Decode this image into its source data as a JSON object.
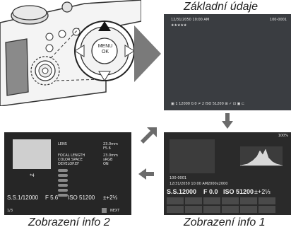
{
  "captions": {
    "basic": "Základní údaje",
    "info1": "Zobrazení info 1",
    "info2": "Zobrazení info 2"
  },
  "camera": {
    "menu_label_1": "MENU",
    "menu_label_2": "OK"
  },
  "basic_screen": {
    "datetime": "12/31/2050 10:00 AM",
    "file_no": "100-0001",
    "stars": "★★★★★",
    "bottom_bar": "▣ 1  12000  0.0  ≠ 2  ISO 51200  ⊞ ✓  ⊡  ▣ ⊏"
  },
  "info1": {
    "battery": "100%",
    "file_no": "100-0001",
    "datetime": "12/31/2050 10:00 AM",
    "resolution": "2000x2000",
    "shutter": "S.S.12000",
    "aperture": "F 0.0",
    "iso": "ISO 51200",
    "exposure": "±+2⅓"
  },
  "info2": {
    "note": "*4",
    "labels": [
      "LENS",
      "",
      "FOCAL LENGTH",
      "COLOR SPACE",
      "DEVELOP.EF"
    ],
    "values": [
      "23.0mm",
      "F5.6",
      "23.0mm",
      "sRGB",
      "ON"
    ],
    "shutter": "S.S.1/12000",
    "aperture": "F 5.6",
    "iso": "ISO 51200",
    "exposure": "±+2⅓",
    "page": "1/3",
    "next": "NEXT"
  },
  "colors": {
    "screen_bg": "#2e2e2e",
    "accent_gray": "#6b6b6b",
    "thumbnail": "#cfcfcf"
  }
}
